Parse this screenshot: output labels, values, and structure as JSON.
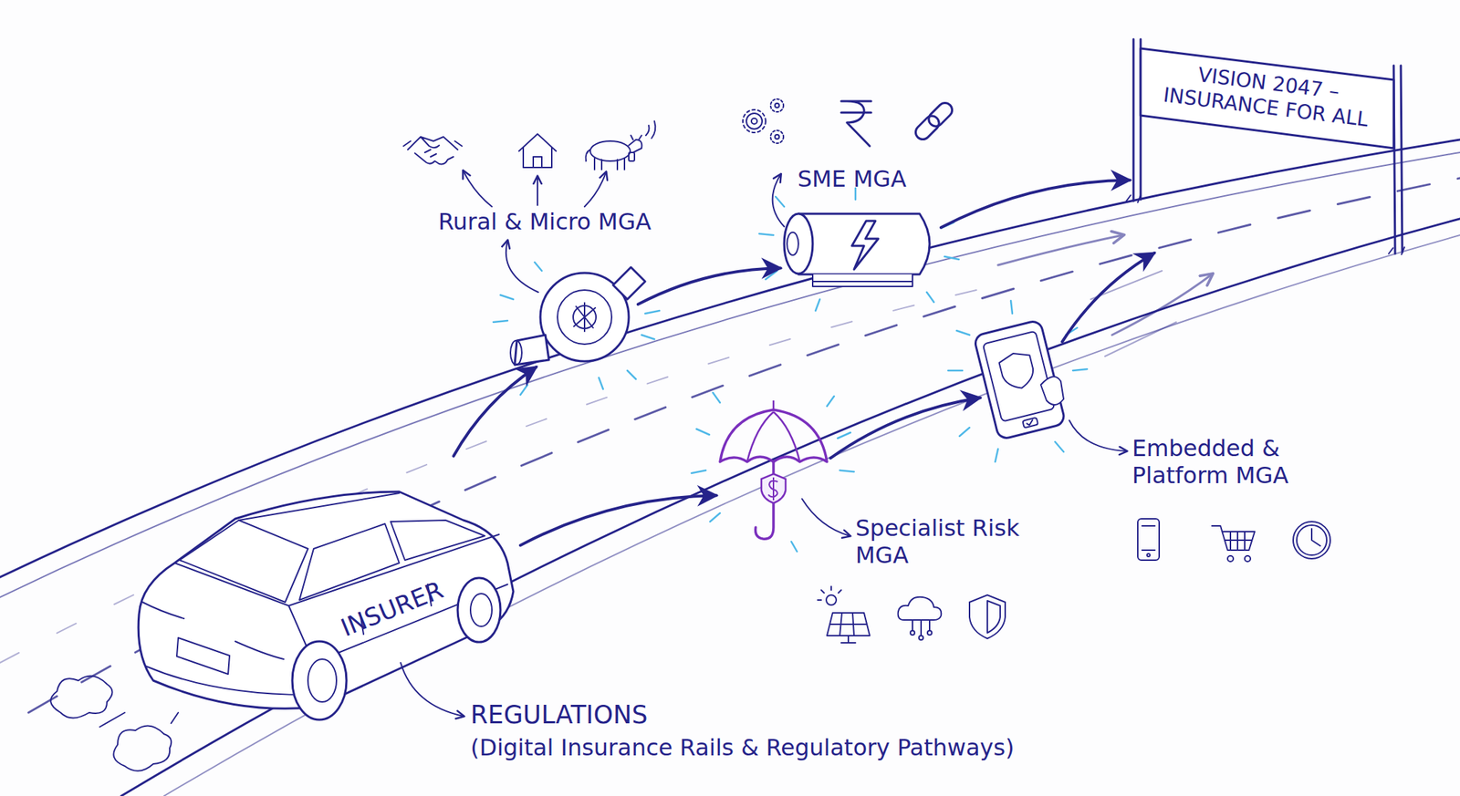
{
  "diagram": {
    "nodes": [
      {
        "text": [
          "INSURER"
        ]
      },
      {
        "text": [
          "Rural & Micro MGA"
        ]
      },
      {
        "text": [
          "SME MGA"
        ]
      },
      {
        "text": [
          "Specialist Risk MGA"
        ]
      },
      {
        "text": [
          "Embedded & Platform MGA"
        ]
      },
      {
        "text": [
          "VISION 2047 – INSURANCE FOR ALL"
        ]
      }
    ],
    "edges": [
      {
        "from": 0,
        "to": 1,
        "arrow": "to"
      },
      {
        "from": 0,
        "to": 3,
        "arrow": "to"
      },
      {
        "from": 1,
        "to": 2,
        "arrow": "to"
      },
      {
        "from": 3,
        "to": 4,
        "arrow": "to"
      },
      {
        "from": 2,
        "to": 5,
        "arrow": "to"
      },
      {
        "from": 4,
        "to": 5,
        "arrow": "to"
      }
    ],
    "labels": [
      "REGULATIONS",
      "(Digital Insurance Rails & Regulatory Pathways)"
    ]
  }
}
